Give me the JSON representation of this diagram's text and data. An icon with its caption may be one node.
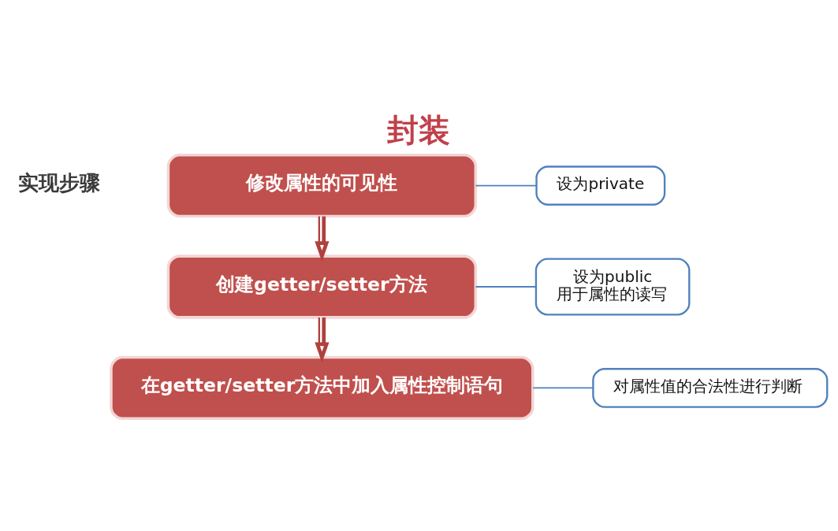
{
  "diagram": {
    "title": "封装",
    "nodes": [
      {
        "text": [
          "修改属性的可见性"
        ]
      },
      {
        "text": [
          "设为private"
        ]
      },
      {
        "text": [
          "创建getter/setter方法"
        ]
      },
      {
        "text": [
          "设为public",
          "用于属性的读写"
        ]
      },
      {
        "text": [
          "在getter/setter方法中加入属性控制语句"
        ]
      },
      {
        "text": [
          "对属性值的合法性进行判断"
        ]
      }
    ],
    "edges": [
      {
        "from": 0,
        "to": 1,
        "arrow": "none"
      },
      {
        "from": 0,
        "to": 2,
        "arrow": "to",
        "style": "thick",
        "color": "#b0413e"
      },
      {
        "from": 2,
        "to": 3,
        "arrow": "none"
      },
      {
        "from": 2,
        "to": 4,
        "arrow": "to",
        "style": "thick",
        "color": "#b0413e"
      },
      {
        "from": 4,
        "to": 5,
        "arrow": "none"
      }
    ],
    "labels": [
      "实现步骤"
    ]
  }
}
